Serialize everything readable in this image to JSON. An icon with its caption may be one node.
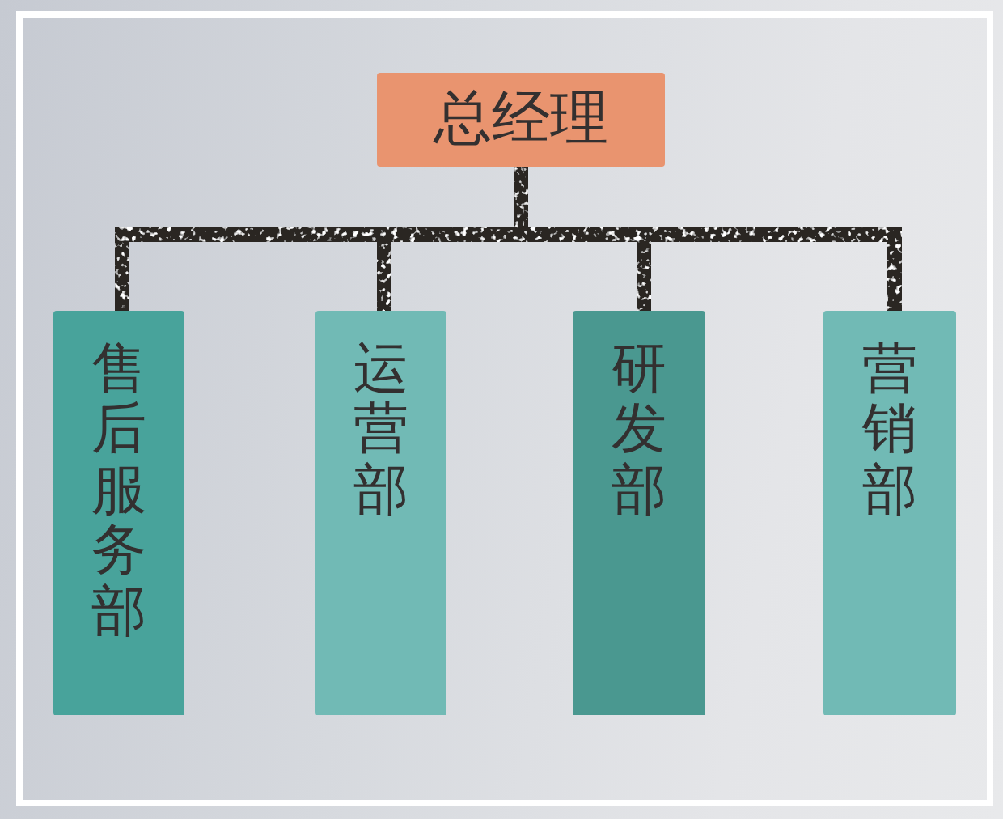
{
  "diagram": {
    "nodes": [
      {
        "text": [
          "总经理"
        ]
      },
      {
        "text": [
          "售后服务部"
        ]
      },
      {
        "text": [
          "运营部"
        ]
      },
      {
        "text": [
          "研发部"
        ]
      },
      {
        "text": [
          "营销部"
        ]
      }
    ],
    "edges": [
      {
        "from": 0,
        "to": 1,
        "arrow": "none"
      },
      {
        "from": 0,
        "to": 2,
        "arrow": "none"
      },
      {
        "from": 0,
        "to": 3,
        "arrow": "none"
      },
      {
        "from": 0,
        "to": 4,
        "arrow": "none"
      }
    ]
  }
}
